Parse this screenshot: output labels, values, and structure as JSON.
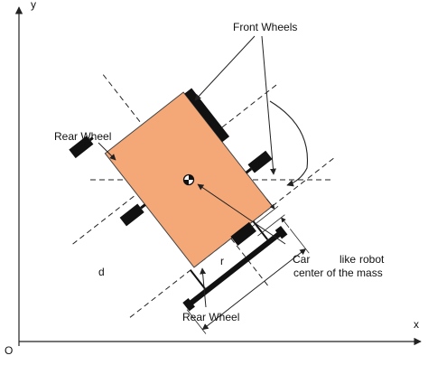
{
  "axes": {
    "y_label": "y",
    "x_label": "x",
    "origin_label": "O"
  },
  "labels": {
    "front_wheels": "Front Wheels",
    "rear_wheel_top": "Rear Wheel",
    "rear_wheel_bottom": "Rear Wheel",
    "center_line1_a": "Car",
    "center_line1_b": "like",
    "center_line1_c": "robot",
    "center_line2": "center of the mass",
    "dimension_d": "d",
    "dimension_r": "r"
  },
  "colors": {
    "body_fill": "#F4A878",
    "body_stroke": "#444444",
    "wheel": "#111111",
    "line": "#222222"
  }
}
